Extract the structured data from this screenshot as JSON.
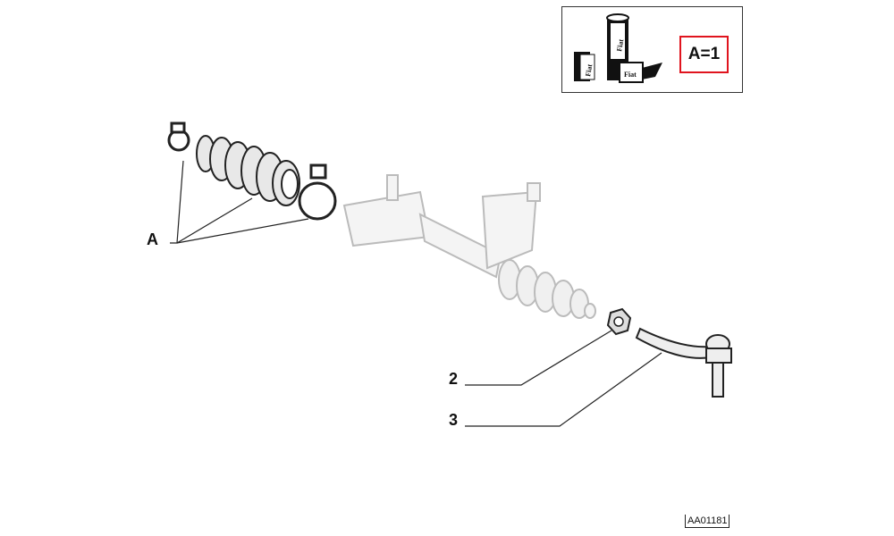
{
  "legend": {
    "quantity_label": "A=1",
    "accent_color": "#e0141e",
    "package_logo_text": "Fiat"
  },
  "callouts": {
    "a": "A",
    "two": "2",
    "three": "3"
  },
  "reference_code": "AA01181"
}
